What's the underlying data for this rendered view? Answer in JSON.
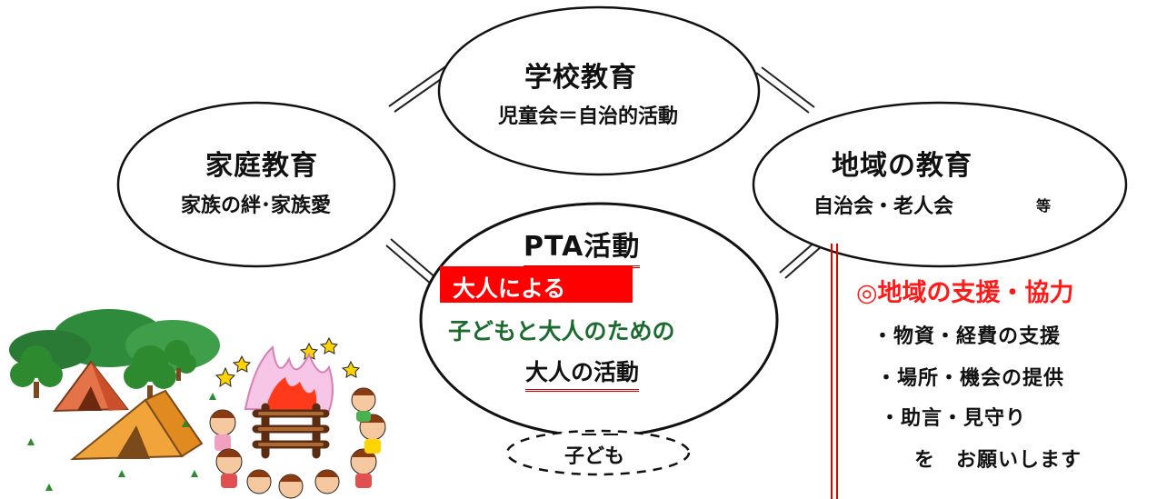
{
  "school": {
    "title": "学校教育",
    "subtitle": "児童会＝自治的活動"
  },
  "home": {
    "title": "家庭教育",
    "subtitle": "家族の絆･家族愛"
  },
  "community": {
    "title": "地域の教育",
    "subtitle": "自治会・老人会",
    "note": "等"
  },
  "pta": {
    "title": "PTA活動",
    "line1": "大人による",
    "line2": "子どもと大人のための",
    "line3": "大人の活動"
  },
  "child": {
    "label": "子ども"
  },
  "support": {
    "heading": "◎地域の支援・協力",
    "items": [
      "・物資・経費の支援",
      "・場所・機会の提供",
      "・助言・見守り"
    ],
    "closing": "を　お願いします"
  },
  "colors": {
    "accent_red": "#ff1a1a",
    "accent_green": "#1c6b2e",
    "line_red": "#dd0000"
  },
  "illustrations": [
    "camping-tents-trees",
    "campfire-children-circle"
  ]
}
